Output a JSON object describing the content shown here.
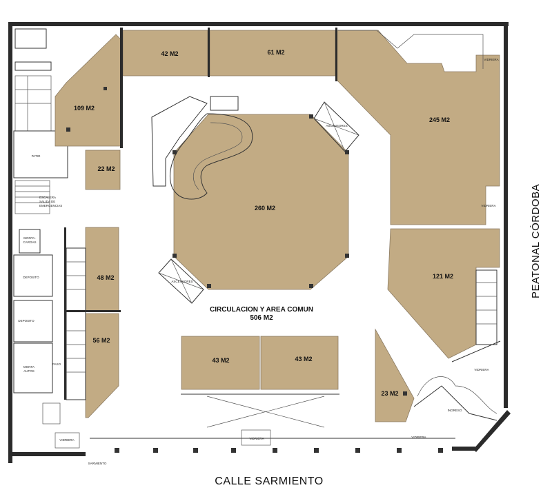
{
  "units": [
    {
      "id": "u109",
      "label": "109 M2"
    },
    {
      "id": "u42",
      "label": "42 M2"
    },
    {
      "id": "u61",
      "label": "61 M2"
    },
    {
      "id": "u245",
      "label": "245 M2"
    },
    {
      "id": "u22",
      "label": "22 M2"
    },
    {
      "id": "u260",
      "label": "260 M2"
    },
    {
      "id": "u48",
      "label": "48 M2"
    },
    {
      "id": "u56",
      "label": "56 M2"
    },
    {
      "id": "u121",
      "label": "121 M2"
    },
    {
      "id": "u43a",
      "label": "43 M2"
    },
    {
      "id": "u43b",
      "label": "43 M2"
    },
    {
      "id": "u23",
      "label": "23 M2"
    }
  ],
  "common_area": {
    "title": "CIRCULACION Y AREA COMUN",
    "area": "506 M2"
  },
  "small_labels": {
    "patio": "PATIO",
    "escalera_1": "ESCALERA",
    "escalera_2": "SALIDA DE",
    "escalera_3": "EMERGENCIAS",
    "montacargas_1": "MONTA-",
    "montacargas_2": "CARGAS",
    "deposito_1": "DEPOSITO",
    "deposito_2": "DEPOSITO",
    "montaautos_1": "MONTA",
    "montaautos_2": "AUTOS",
    "paso": "PASO",
    "ascensores_top": "ASCENSORES",
    "ascensores_bottom": "ASCENSORES",
    "vidriera_left": "VIDRIERA",
    "vidriera_mid": "VIDRIERA",
    "vidriera_right1": "VIDRIERA",
    "vidriera_right2": "VIDRIERA",
    "vidriera_corner": "VIDRIERA",
    "ingreso": "INGRESO",
    "sarmiento_small": "SARMIENTO",
    "vidriera_top": "VIDRIERA"
  },
  "streets": {
    "bottom": "CALLE SARMIENTO",
    "right": "PEATONAL CÓRDOBA"
  },
  "colors": {
    "unit_fill": "#c2ab84",
    "wall": "#2b2b2b",
    "background": "#ffffff"
  }
}
